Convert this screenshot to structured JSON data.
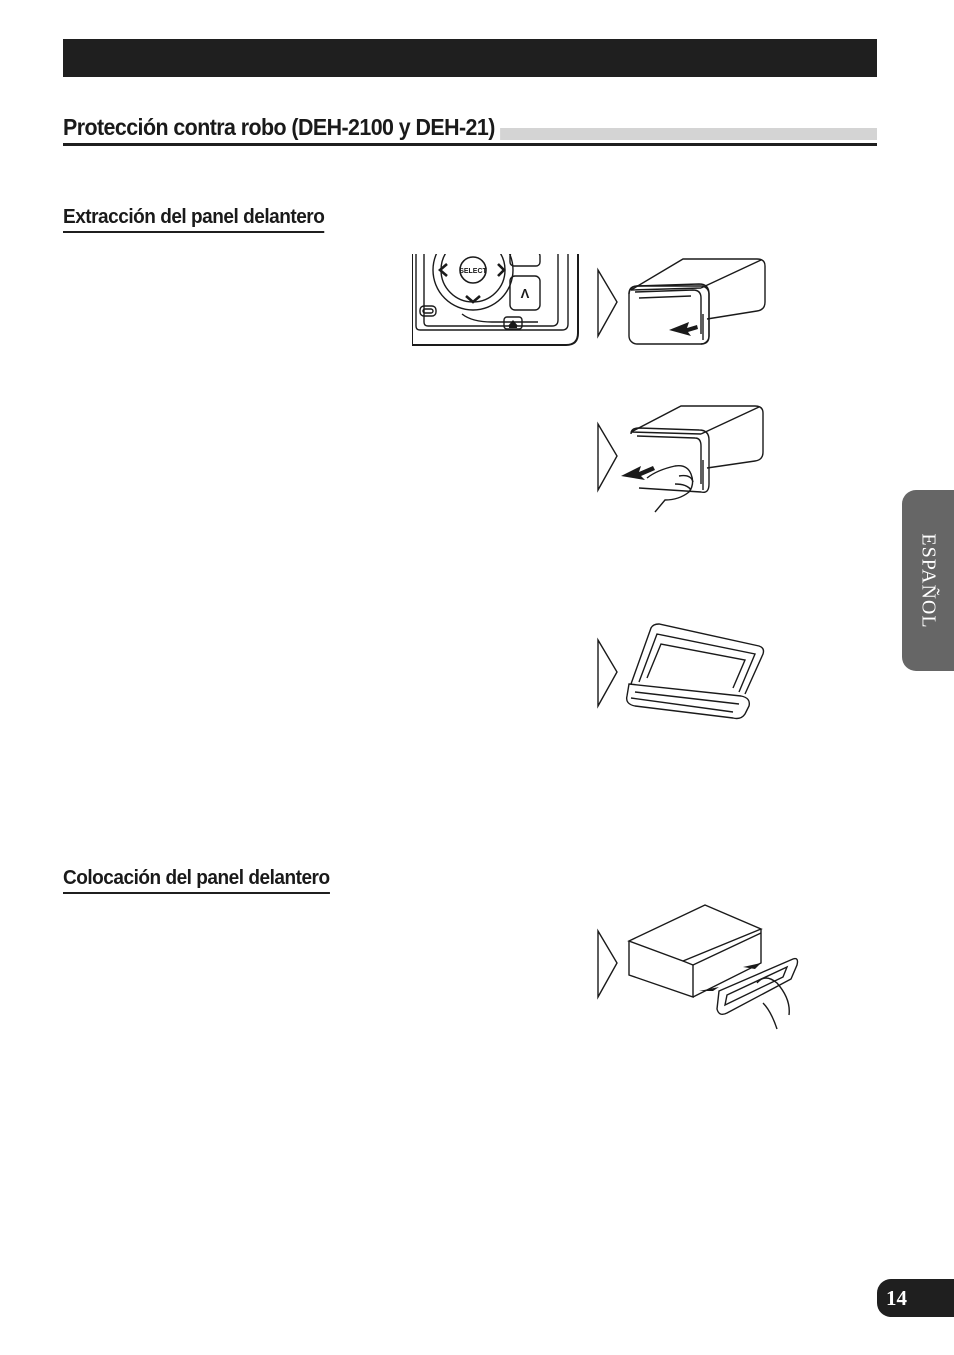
{
  "section": {
    "title": "Protección contra robo (DEH-2100 y DEH-21)"
  },
  "subsections": [
    {
      "title": "Extracción del panel delantero"
    },
    {
      "title": "Colocación del panel delantero"
    }
  ],
  "figures": {
    "control_panel": {
      "select_label": "SELECT",
      "up_label": "Λ"
    }
  },
  "language_tab": {
    "label": "ESPAÑOL"
  },
  "page_number": "14"
}
